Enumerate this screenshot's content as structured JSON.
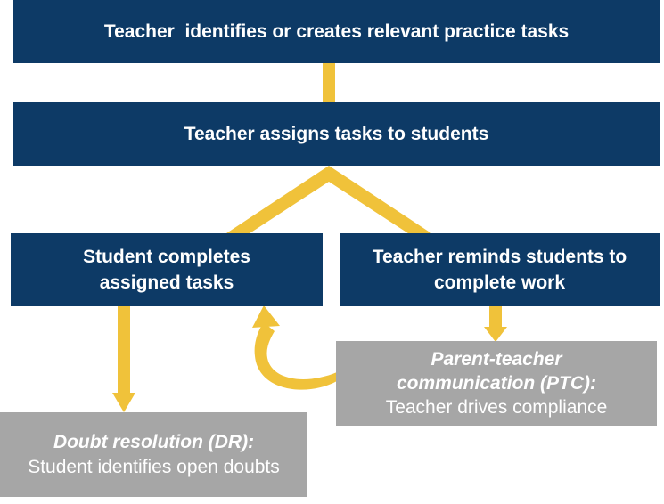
{
  "colors": {
    "box_fill": "#0d3a66",
    "note_fill": "#a6a6a6",
    "connector": "#f0c23a",
    "text": "#ffffff"
  },
  "boxes": {
    "identify": "Teacher  identifies or creates relevant practice tasks",
    "assign": "Teacher assigns tasks to students",
    "student_complete": "Student completes assigned tasks",
    "teacher_remind": "Teacher reminds students to complete work"
  },
  "notes": {
    "dr": {
      "title": "Doubt resolution (DR):",
      "body": "Student identifies open doubts"
    },
    "ptc": {
      "title": "Parent-teacher communication (PTC):",
      "body": "Teacher drives compliance"
    }
  }
}
